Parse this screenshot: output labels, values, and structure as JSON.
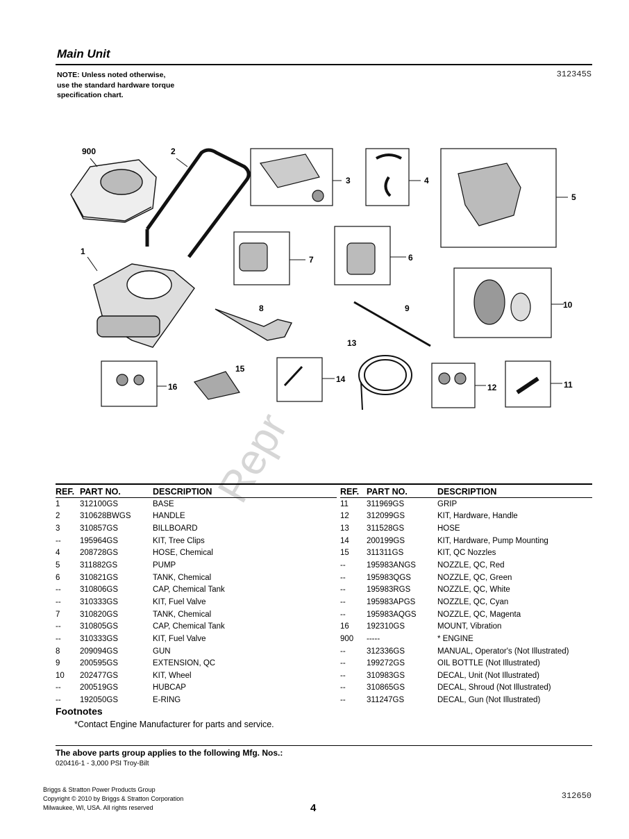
{
  "header": {
    "title": "Main Unit",
    "note_lines": [
      "NOTE: Unless noted otherwise,",
      "use the standard hardware torque",
      "specification chart."
    ],
    "code": "312345S"
  },
  "diagram": {
    "callouts": [
      "900",
      "2",
      "1",
      "3",
      "4",
      "5",
      "7",
      "6",
      "8",
      "9",
      "10",
      "13",
      "15",
      "14",
      "16",
      "12",
      "11"
    ]
  },
  "table": {
    "headers": {
      "ref": "REF.",
      "part": "PART NO.",
      "desc": "DESCRIPTION"
    },
    "left": [
      {
        "ref": "1",
        "part": "312100GS",
        "desc": "BASE"
      },
      {
        "ref": "2",
        "part": "310628BWGS",
        "desc": "HANDLE"
      },
      {
        "ref": "3",
        "part": "310857GS",
        "desc": "BILLBOARD"
      },
      {
        "ref": "--",
        "part": "195964GS",
        "desc": "KIT, Tree Clips"
      },
      {
        "ref": "4",
        "part": "208728GS",
        "desc": "HOSE, Chemical"
      },
      {
        "ref": "5",
        "part": "311882GS",
        "desc": "PUMP"
      },
      {
        "ref": "6",
        "part": "310821GS",
        "desc": "TANK, Chemical"
      },
      {
        "ref": "--",
        "part": "310806GS",
        "desc": "CAP, Chemical Tank"
      },
      {
        "ref": "--",
        "part": "310333GS",
        "desc": "KIT, Fuel Valve"
      },
      {
        "ref": "7",
        "part": "310820GS",
        "desc": "TANK, Chemical"
      },
      {
        "ref": "--",
        "part": "310805GS",
        "desc": "CAP, Chemical Tank"
      },
      {
        "ref": "--",
        "part": "310333GS",
        "desc": "KIT, Fuel Valve"
      },
      {
        "ref": "8",
        "part": "209094GS",
        "desc": "GUN"
      },
      {
        "ref": "9",
        "part": "200595GS",
        "desc": "EXTENSION, QC"
      },
      {
        "ref": "10",
        "part": "202477GS",
        "desc": "KIT, Wheel"
      },
      {
        "ref": "--",
        "part": "200519GS",
        "desc": "HUBCAP"
      },
      {
        "ref": "--",
        "part": "192050GS",
        "desc": "E-RING"
      }
    ],
    "right": [
      {
        "ref": "11",
        "part": "311969GS",
        "desc": "GRIP"
      },
      {
        "ref": "12",
        "part": "312099GS",
        "desc": "KIT, Hardware, Handle"
      },
      {
        "ref": "13",
        "part": "311528GS",
        "desc": "HOSE"
      },
      {
        "ref": "14",
        "part": "200199GS",
        "desc": "KIT, Hardware, Pump Mounting"
      },
      {
        "ref": "15",
        "part": "311311GS",
        "desc": "KIT, QC Nozzles"
      },
      {
        "ref": "--",
        "part": "195983ANGS",
        "desc": "NOZZLE, QC, Red"
      },
      {
        "ref": "--",
        "part": "195983QGS",
        "desc": "NOZZLE, QC, Green"
      },
      {
        "ref": "--",
        "part": "195983RGS",
        "desc": "NOZZLE, QC, White"
      },
      {
        "ref": "--",
        "part": "195983APGS",
        "desc": "NOZZLE, QC, Cyan"
      },
      {
        "ref": "--",
        "part": "195983AQGS",
        "desc": "NOZZLE, QC, Magenta"
      },
      {
        "ref": "16",
        "part": "192310GS",
        "desc": "MOUNT, Vibration"
      },
      {
        "ref": "900",
        "part": "-----",
        "desc": "* ENGINE"
      },
      {
        "ref": "--",
        "part": "312336GS",
        "desc": "MANUAL, Operator's (Not Illustrated)"
      },
      {
        "ref": "--",
        "part": "199272GS",
        "desc": "OIL BOTTLE (Not Illustrated)"
      },
      {
        "ref": "--",
        "part": "310983GS",
        "desc": "DECAL, Unit (Not Illustrated)"
      },
      {
        "ref": "--",
        "part": "310865GS",
        "desc": "DECAL, Shroud (Not Illustrated)"
      },
      {
        "ref": "--",
        "part": "311247GS",
        "desc": "DECAL, Gun (Not Illustrated)"
      }
    ]
  },
  "watermark": "Repr",
  "footnotes": {
    "heading": "Footnotes",
    "text": "*Contact Engine Manufacturer for parts and service."
  },
  "mfg": {
    "heading": "The above parts group applies to the following Mfg. Nos.:",
    "item": "020416-1 - 3,000 PSI Troy-Bilt"
  },
  "footer": {
    "lines": [
      "Briggs & Stratton Power Products Group",
      "Copyright © 2010 by Briggs & Stratton Corporation",
      "Milwaukee, WI, USA. All rights reserved"
    ],
    "page": "4",
    "code": "312650"
  }
}
